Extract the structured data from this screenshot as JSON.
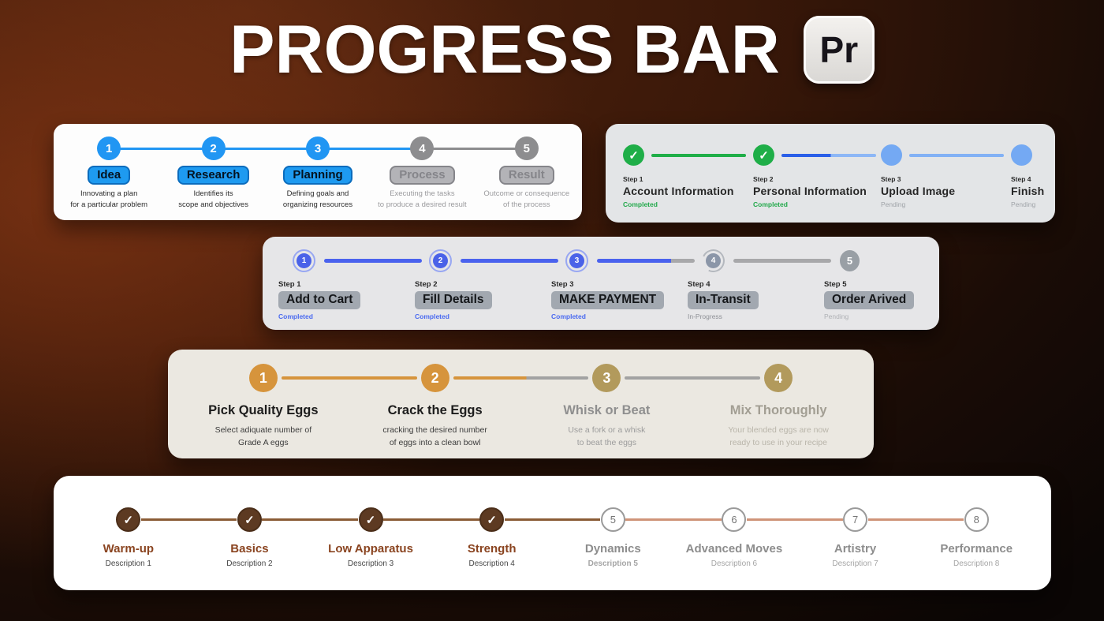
{
  "header": {
    "title": "PROGRESS BAR",
    "badge": "Pr"
  },
  "icons": {
    "check": "✓"
  },
  "colors": {
    "bright_blue": "#2196F3",
    "royal_blue": "#4A62EE",
    "dark_blue": "#2A5FE8",
    "light_blue": "#74A9F3",
    "green": "#1FAE48",
    "gray": "#8D8D8F",
    "orange": "#D6943C",
    "khaki": "#B29A5C",
    "dark_brown": "#5D3A22",
    "mid_brown": "#8A5C36",
    "salmon": "#CF9479",
    "rust_label": "#8A4420"
  },
  "cards": {
    "project": {
      "steps": [
        {
          "num": "1",
          "label": "Idea",
          "desc": "Innovating a plan\nfor a particular problem"
        },
        {
          "num": "2",
          "label": "Research",
          "desc": "Identifies its\nscope and objectives"
        },
        {
          "num": "3",
          "label": "Planning",
          "desc": "Defining goals and\norganizing resources"
        },
        {
          "num": "4",
          "label": "Process",
          "desc": "Executing the tasks\nto produce a desired result"
        },
        {
          "num": "5",
          "label": "Result",
          "desc": "Outcome or consequence\nof the process"
        }
      ]
    },
    "signup": {
      "steps": [
        {
          "step_label": "Step 1",
          "name": "Account Information",
          "status": "Completed"
        },
        {
          "step_label": "Step 2",
          "name": "Personal Information",
          "status": "Completed"
        },
        {
          "step_label": "Step 3",
          "name": "Upload Image",
          "status": "Pending"
        },
        {
          "step_label": "Step 4",
          "name": "Finish",
          "status": "Pending"
        }
      ]
    },
    "order": {
      "steps": [
        {
          "num": "1",
          "step_label": "Step 1",
          "name": "Add to Cart",
          "status": "Completed"
        },
        {
          "num": "2",
          "step_label": "Step 2",
          "name": "Fill Details",
          "status": "Completed"
        },
        {
          "num": "3",
          "step_label": "Step 3",
          "name": "MAKE PAYMENT",
          "status": "Completed"
        },
        {
          "num": "4",
          "step_label": "Step 4",
          "name": "In-Transit",
          "status": "In-Progress"
        },
        {
          "num": "5",
          "step_label": "Step 5",
          "name": "Order Arived",
          "status": "Pending"
        }
      ]
    },
    "eggs": {
      "steps": [
        {
          "num": "1",
          "title": "Pick Quality Eggs",
          "desc": "Select adiquate number of\nGrade A eggs"
        },
        {
          "num": "2",
          "title": "Crack the Eggs",
          "desc": "cracking the desired number\nof eggs into a clean bowl"
        },
        {
          "num": "3",
          "title": "Whisk or Beat",
          "desc": "Use a fork or a whisk\nto beat the eggs"
        },
        {
          "num": "4",
          "title": "Mix Thoroughly",
          "desc": "Your blended eggs are now\nready to use in your recipe"
        }
      ]
    },
    "gym": {
      "steps": [
        {
          "label": "Warm-up",
          "desc": "Description 1"
        },
        {
          "label": "Basics",
          "desc": "Description 2"
        },
        {
          "label": "Low Apparatus",
          "desc": "Description 3"
        },
        {
          "label": "Strength",
          "desc": "Description 4"
        },
        {
          "num": "5",
          "label": "Dynamics",
          "desc": "Description 5"
        },
        {
          "num": "6",
          "label": "Advanced Moves",
          "desc": "Description 6"
        },
        {
          "num": "7",
          "label": "Artistry",
          "desc": "Description 7"
        },
        {
          "num": "8",
          "label": "Performance",
          "desc": "Description 8"
        }
      ]
    }
  }
}
